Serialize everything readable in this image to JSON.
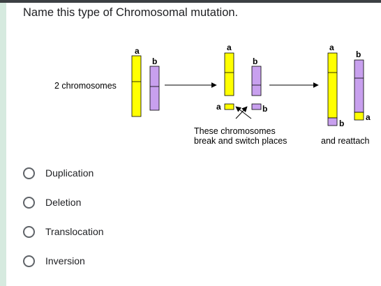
{
  "question": {
    "title": "Name this type of Chromosomal mutation."
  },
  "diagram": {
    "left_label": "2 chromosomes",
    "label_a": "a",
    "label_b": "b",
    "caption_line1": "These chromosomes",
    "caption_line2": "break and switch places",
    "caption_right": "and reattach",
    "colors": {
      "chromosome_a": "#ffff00",
      "chromosome_b": "#c8a0ee"
    }
  },
  "options": [
    {
      "label": "Duplication"
    },
    {
      "label": "Deletion"
    },
    {
      "label": "Translocation"
    },
    {
      "label": "Inversion"
    }
  ]
}
